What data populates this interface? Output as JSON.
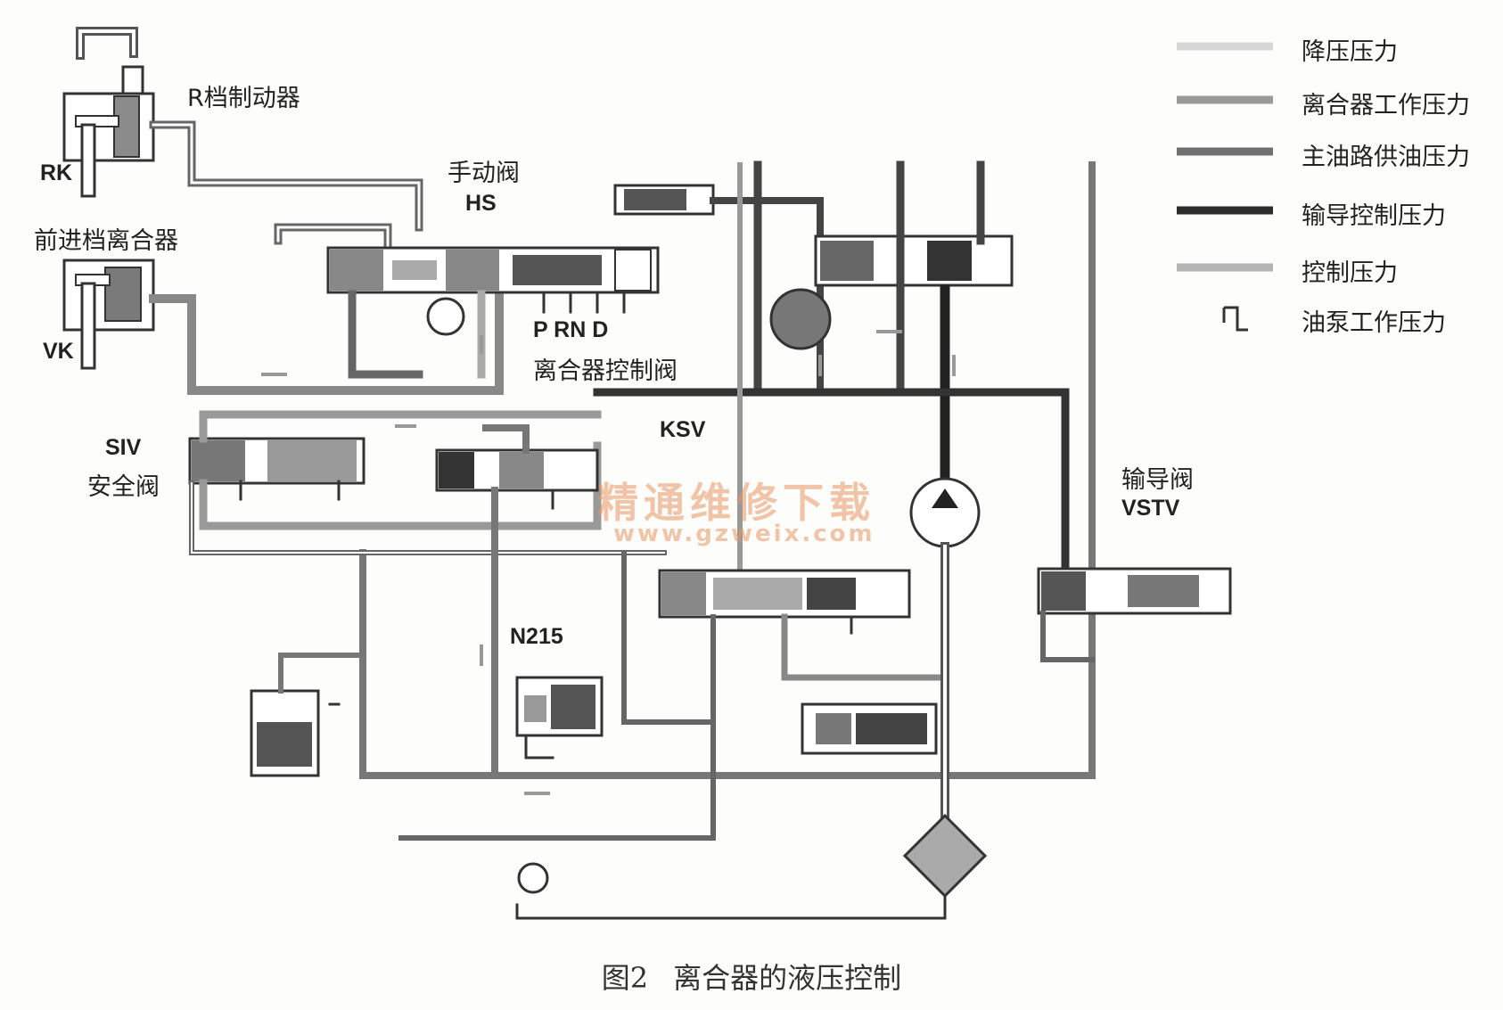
{
  "labels": {
    "r_brake": "R档制动器",
    "rk": "RK",
    "forward_clutch": "前进档离合器",
    "vk": "VK",
    "manual_valve": "手动阀",
    "hs": "HS",
    "gears": "P RN D",
    "clutch_control_valve": "离合器控制阀",
    "siv": "SIV",
    "safety_valve": "安全阀",
    "ksv": "KSV",
    "n215": "N215",
    "pilot_valve": "输导阀",
    "vstv": "VSTV"
  },
  "legend": [
    {
      "label": "降压压力",
      "color": "#d6d6d6"
    },
    {
      "label": "离合器工作压力",
      "color": "#9a9a9a"
    },
    {
      "label": "主油路供油压力",
      "color": "#707070"
    },
    {
      "label": "输导控制压力",
      "color": "#2b2b2b"
    },
    {
      "label": "控制压力",
      "color": "#b4b4b4"
    },
    {
      "label": "油泵工作压力",
      "icon": "pump-pressure-icon"
    }
  ],
  "caption": {
    "figure": "图2",
    "title": "离合器的液压控制"
  },
  "watermark": {
    "line1": "精通维修下载",
    "line2": "www.gzweix.com"
  }
}
